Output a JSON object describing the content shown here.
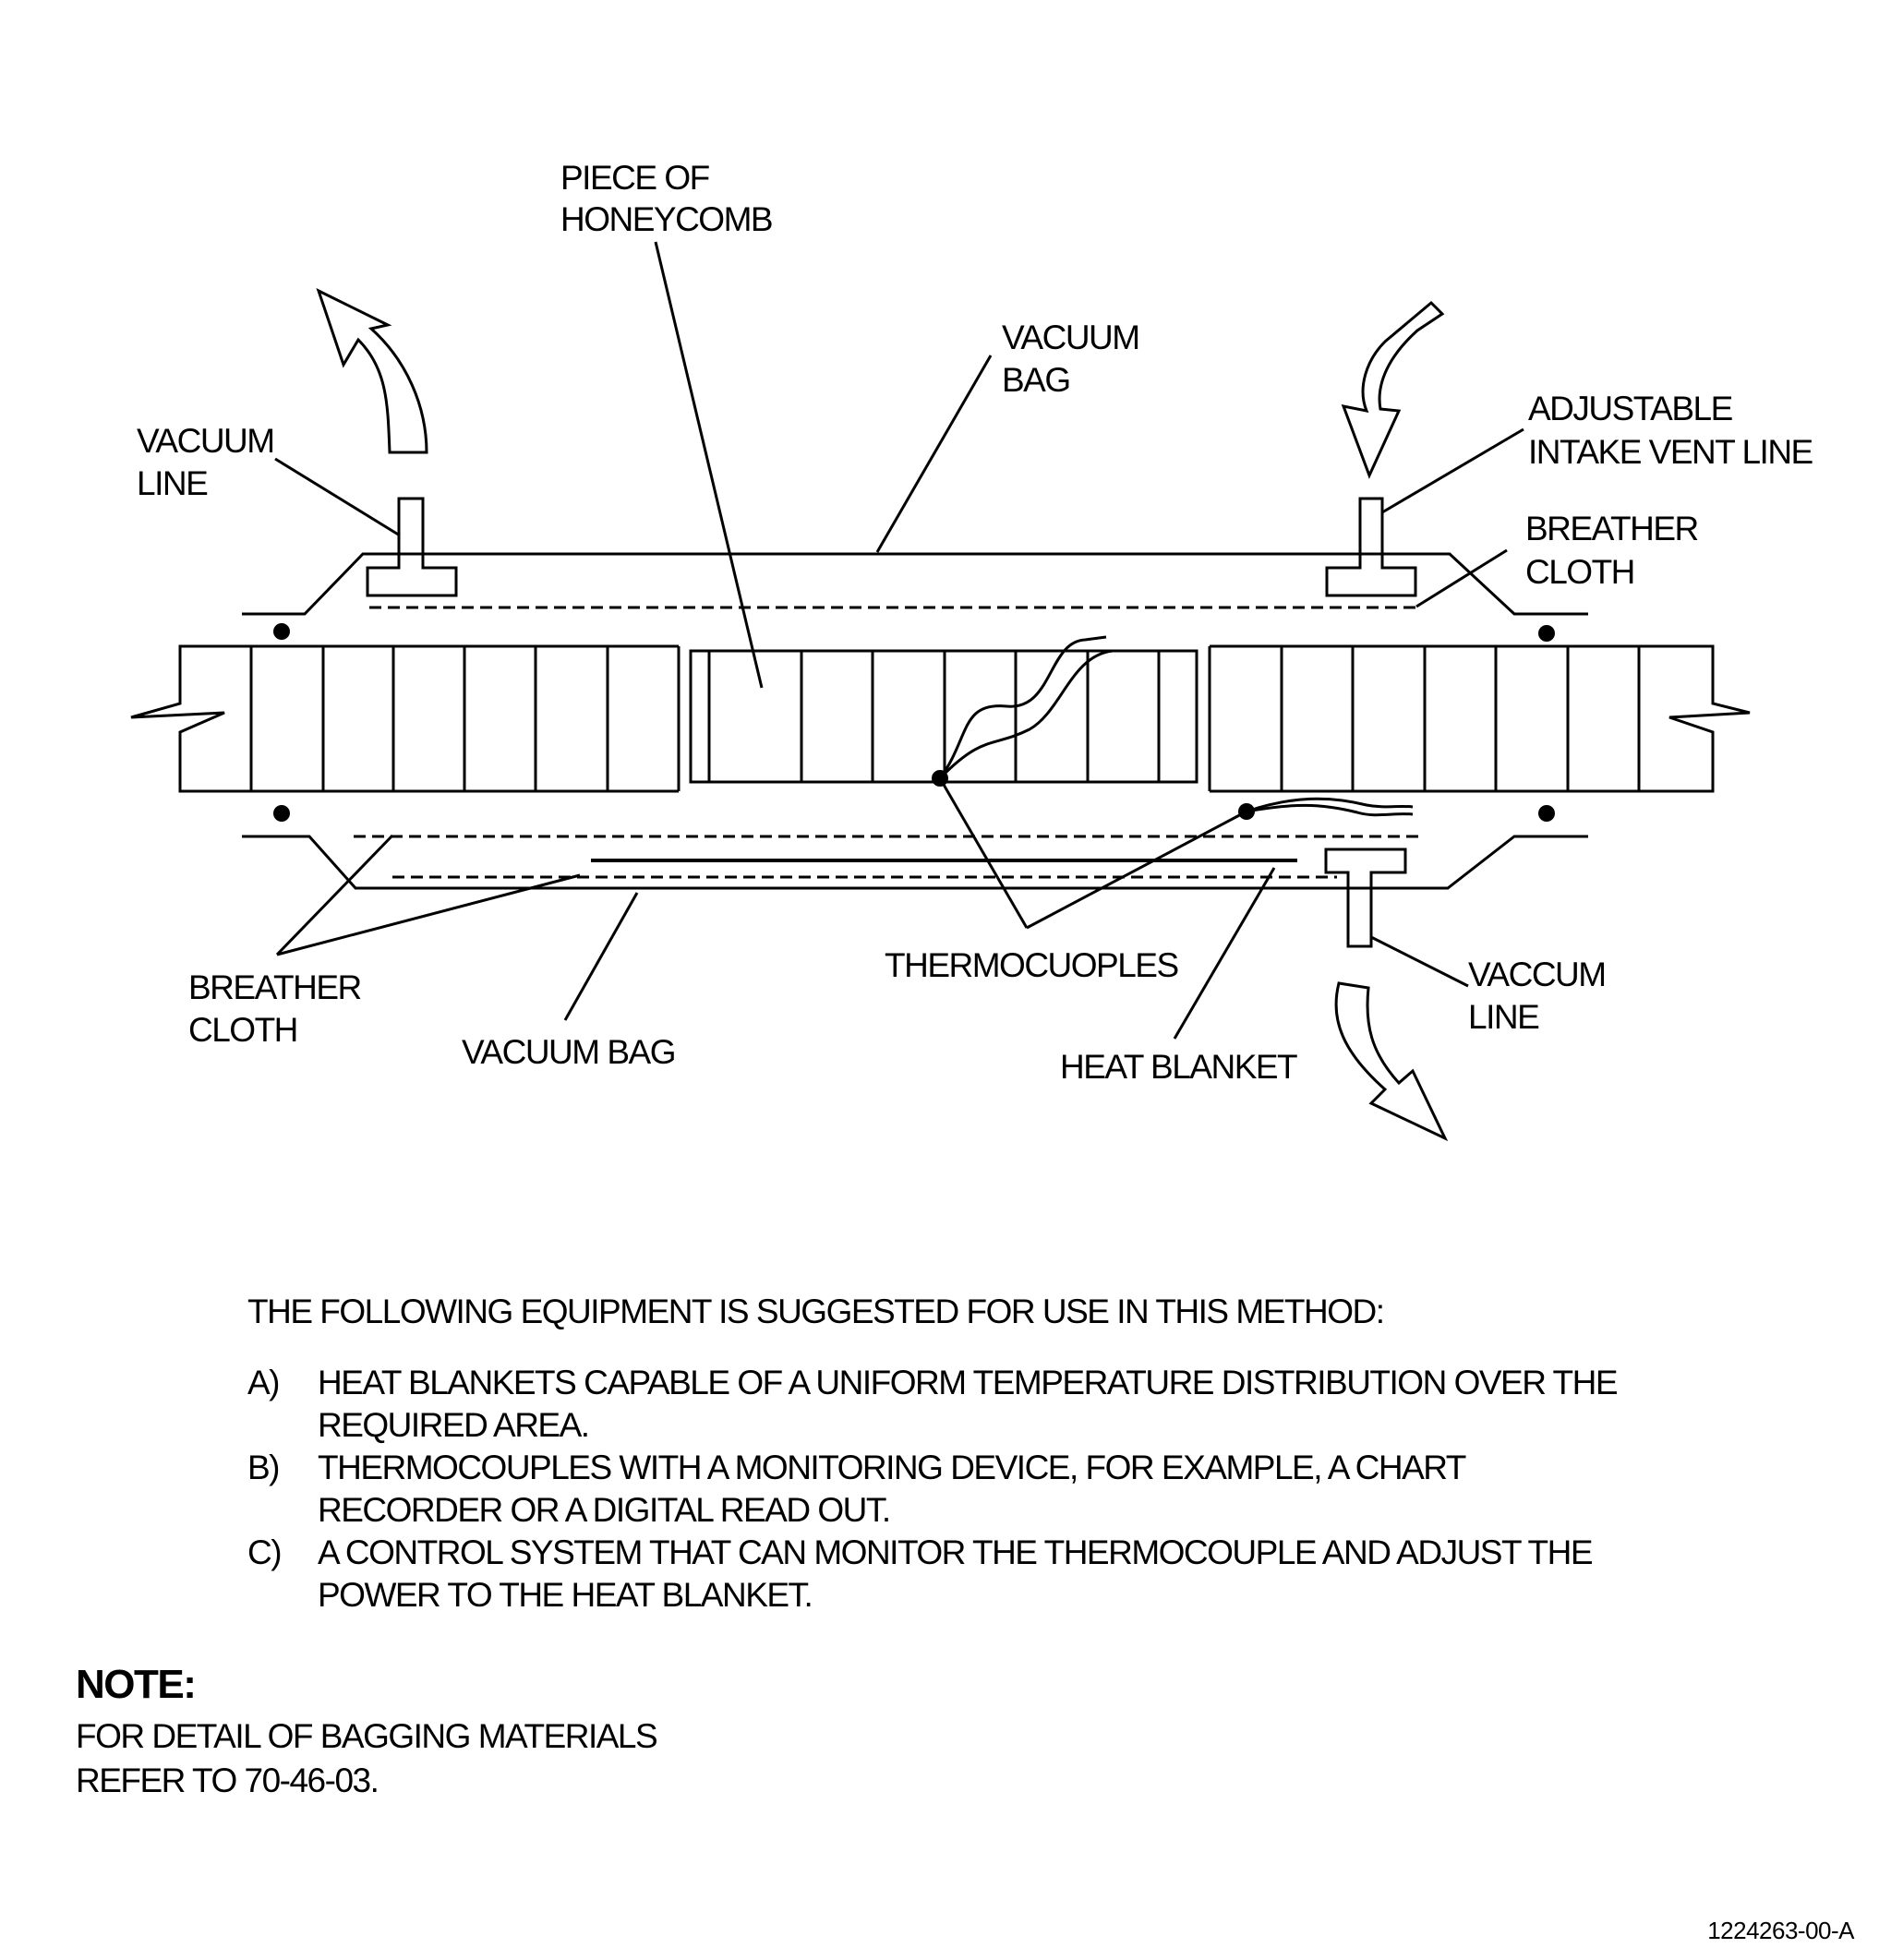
{
  "labels": {
    "honeycomb_1": "PIECE OF",
    "honeycomb_2": "HONEYCOMB",
    "vacuum_bag_top_1": "VACUUM",
    "vacuum_bag_top_2": "BAG",
    "vacuum_line_left_1": "VACUUM",
    "vacuum_line_left_2": "LINE",
    "intake_vent_1": "ADJUSTABLE",
    "intake_vent_2": "INTAKE VENT LINE",
    "breather_top_1": "BREATHER",
    "breather_top_2": "CLOTH",
    "breather_bottom_1": "BREATHER",
    "breather_bottom_2": "CLOTH",
    "vacuum_bag_bottom": "VACUUM BAG",
    "thermocouples": "THERMOCUOPLES",
    "heat_blanket": "HEAT BLANKET",
    "vaccum_line_right_1": "VACCUM",
    "vaccum_line_right_2": "LINE"
  },
  "equipment": {
    "intro": "THE FOLLOWING EQUIPMENT IS SUGGESTED FOR USE IN THIS METHOD:",
    "items": [
      {
        "key": "A)",
        "line1": "HEAT BLANKETS CAPABLE OF A UNIFORM TEMPERATURE DISTRIBUTION OVER THE",
        "line2": "REQUIRED AREA."
      },
      {
        "key": "B)",
        "line1": "THERMOCOUPLES WITH A MONITORING DEVICE, FOR EXAMPLE, A CHART",
        "line2": "RECORDER  OR  A DIGITAL READ OUT."
      },
      {
        "key": "C)",
        "line1": "A CONTROL SYSTEM THAT CAN MONITOR THE THERMOCOUPLE AND ADJUST THE",
        "line2": "POWER TO THE HEAT BLANKET."
      }
    ]
  },
  "note": {
    "heading": "NOTE:",
    "line1": "FOR DETAIL OF BAGGING MATERIALS",
    "line2": "REFER TO 70-46-03."
  },
  "doc_id": "1224263-00-A"
}
